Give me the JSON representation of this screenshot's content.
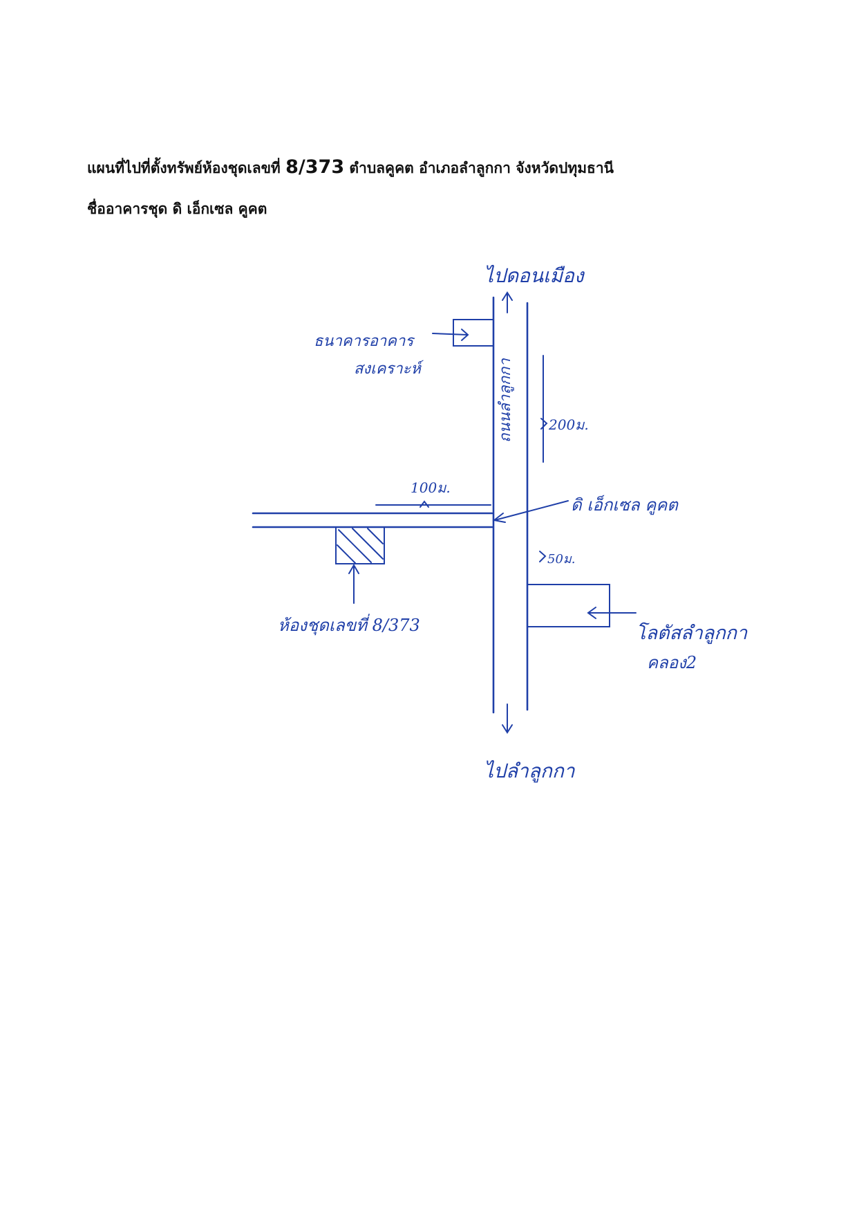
{
  "header": {
    "title_prefix": "แผนที่ไปที่ตั้งทรัพย์ห้องชุดเลขที่ ",
    "title_number": "8/373",
    "title_suffix": " ตำบลคูคต อำเภอลำลูกกา จังหวัดปทุมธานี",
    "building_line": "ชื่ออาคารชุด ดิ เอ็กเซล คูคต"
  },
  "map": {
    "to_north": "ไปดอนเมือง",
    "bank_line1": "ธนาคารอาคาร",
    "bank_line2": "สงเคราะห์",
    "road_name": "ถนนลำลูกกา",
    "dist_200": "200ม.",
    "dist_100": "100ม.",
    "project_label": "ดิ เอ็กเซล คูคต",
    "dist_50": "50ม.",
    "unit_label": "ห้องชุดเลขที่ 8/373",
    "lotus_line1": "โลตัสลำลูกกา",
    "lotus_line2": "คลอง2",
    "to_south": "ไปลำลูกกา"
  },
  "colors": {
    "ink": "#1f3fa8",
    "text": "#111111"
  }
}
